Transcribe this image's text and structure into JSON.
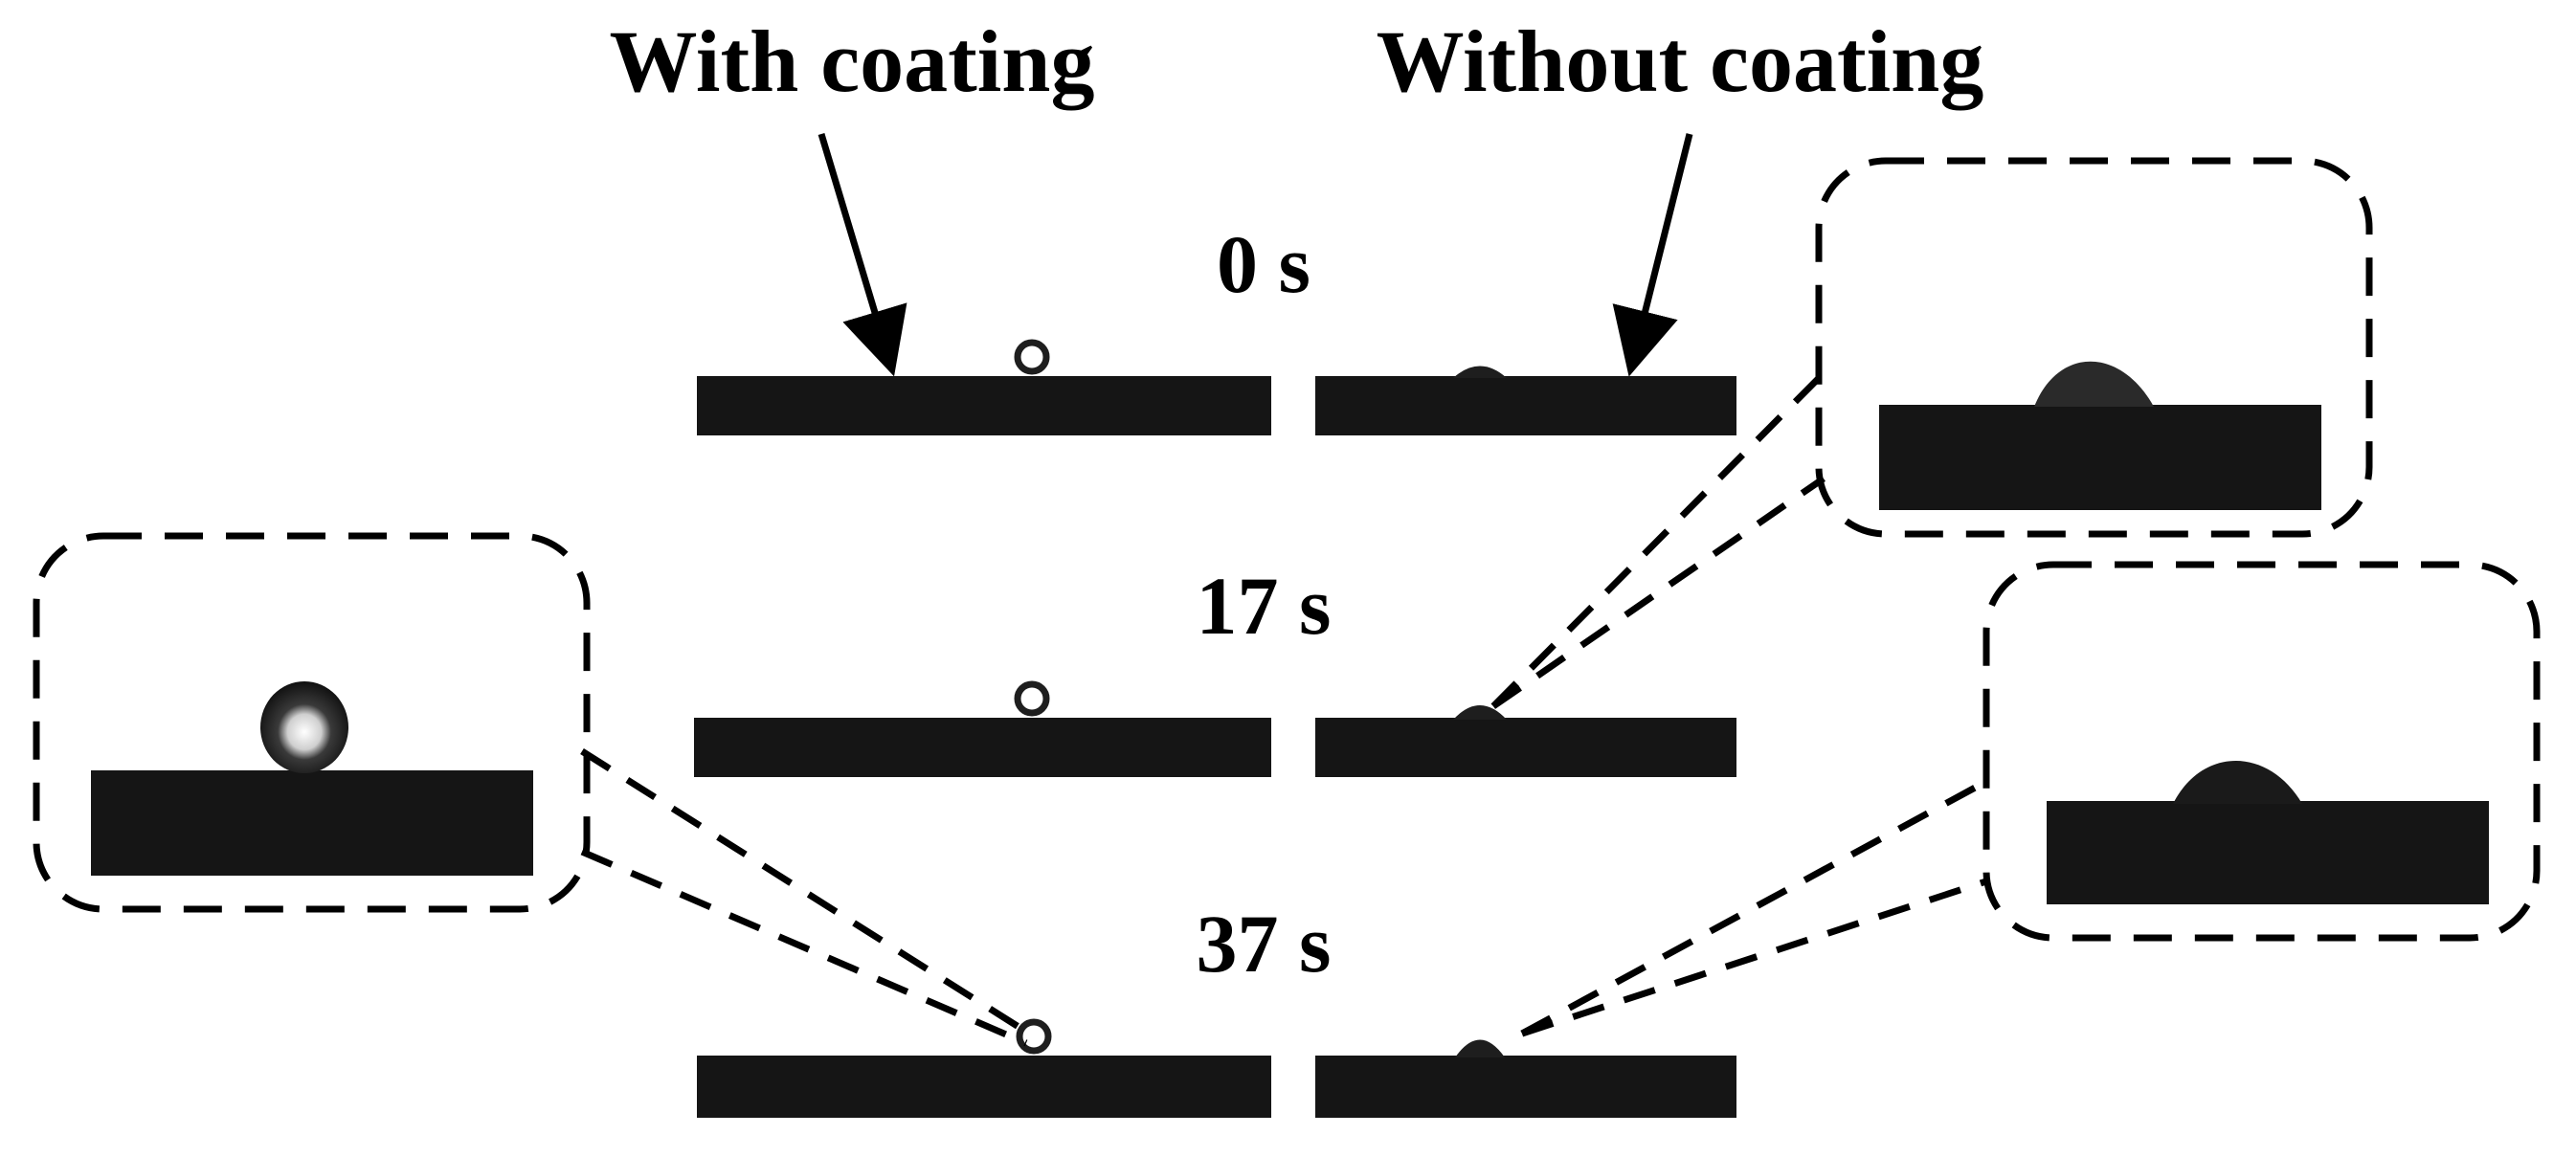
{
  "labels": {
    "with_coating": "With coating",
    "without_coating": "Without coating"
  },
  "times": [
    "0 s",
    "17 s",
    "37 s"
  ],
  "colors": {
    "background": "#ffffff",
    "substrate": "#151515",
    "ink": "#000000",
    "droplet": "#1e1e1e",
    "droplet_highlight": "#f4f4f4"
  }
}
